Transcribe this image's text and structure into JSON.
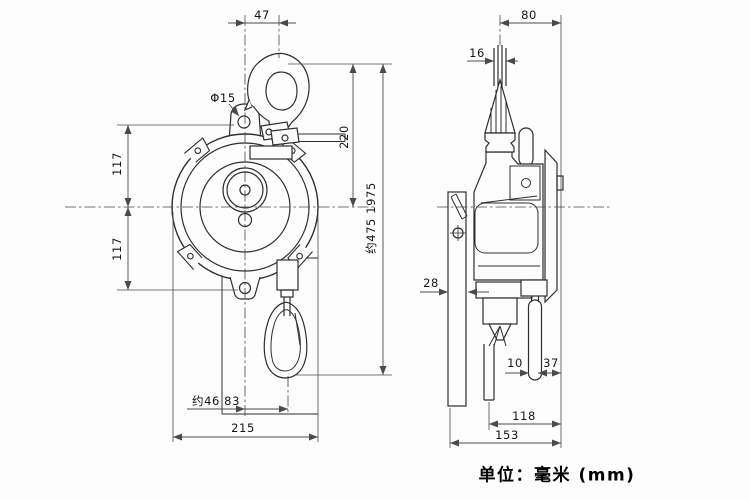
{
  "drawing": {
    "type": "engineering dimensional drawing, spring balancer front and side views",
    "line_color": "#2e2e2e",
    "dim_color": "#4a4a4a",
    "background": "#fdfdfd"
  },
  "dims": {
    "hook_offset": "47",
    "side_depth": "80",
    "rope_width": "16",
    "hole_diameter": "Φ15",
    "upper_half_height": "117",
    "lower_half_height": "117",
    "hook_to_center": "220",
    "travel_range": "约475 1975",
    "plate_offset": "28",
    "hook_swing": "约46 83",
    "front_width": "215",
    "wire_gap": "10",
    "wire_to_back": "37",
    "depth_inner": "118",
    "depth_total": "153"
  },
  "note": {
    "unit_label": "单位：毫米 (mm)"
  }
}
